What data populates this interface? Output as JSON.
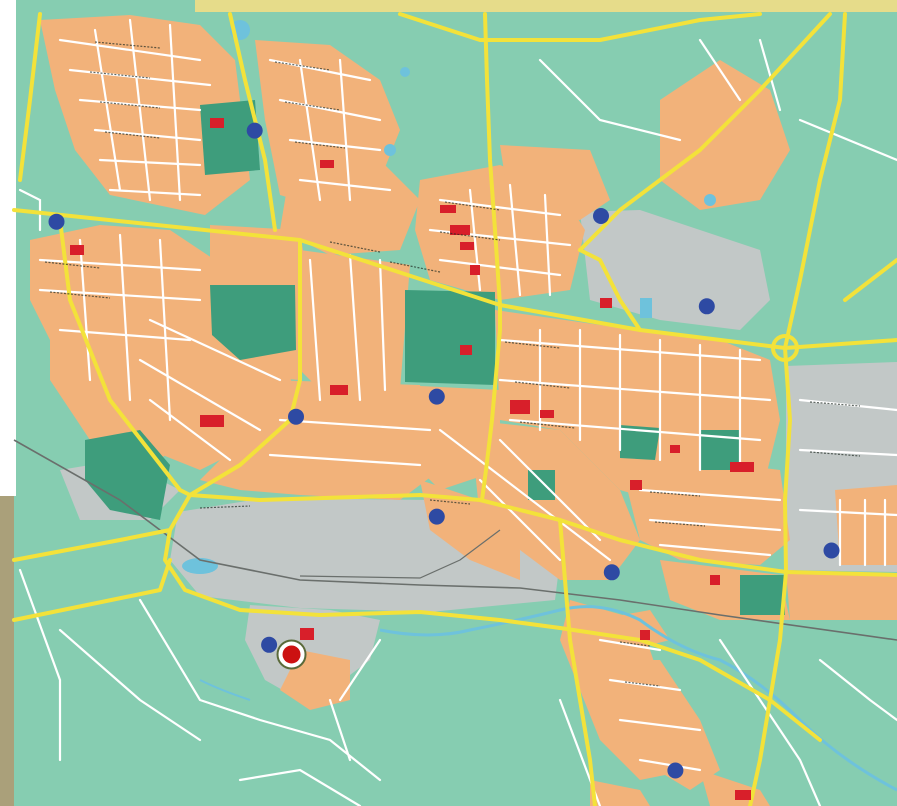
{
  "map": {
    "colors": {
      "land": "#86cdb1",
      "urban": "#f2b27a",
      "industrial": "#c2c8c7",
      "park": "#3e9d7c",
      "major_road": "#f3e23a",
      "minor_road": "#ffffff",
      "water": "#6ec2dc",
      "railway": "#6a6f6c",
      "buildings": "#d81f2a",
      "stop_marker": "#2e4aa3",
      "destination_marker": "#cc1111",
      "frame_left": "#aaa07a",
      "outside_top": "#e6dc8a"
    },
    "stop_markers": [
      {
        "id": "stop-01",
        "lon": 0.284,
        "lat": 0.162
      },
      {
        "id": "stop-02",
        "lon": 0.063,
        "lat": 0.275
      },
      {
        "id": "stop-03",
        "lon": 0.67,
        "lat": 0.268
      },
      {
        "id": "stop-04",
        "lon": 0.788,
        "lat": 0.38
      },
      {
        "id": "stop-05",
        "lon": 0.33,
        "lat": 0.517
      },
      {
        "id": "stop-06",
        "lon": 0.487,
        "lat": 0.492
      },
      {
        "id": "stop-07",
        "lon": 0.487,
        "lat": 0.641
      },
      {
        "id": "stop-08",
        "lon": 0.682,
        "lat": 0.71
      },
      {
        "id": "stop-09",
        "lon": 0.927,
        "lat": 0.683
      },
      {
        "id": "stop-10",
        "lon": 0.3,
        "lat": 0.8
      },
      {
        "id": "stop-11",
        "lon": 0.753,
        "lat": 0.956
      }
    ],
    "destination_marker": {
      "id": "destination",
      "icon": "target-pin-icon",
      "lon": 0.325,
      "lat": 0.812
    }
  }
}
